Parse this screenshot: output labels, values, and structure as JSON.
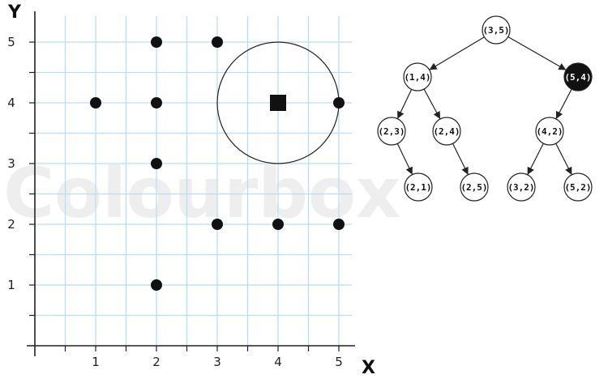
{
  "watermark_text": "Colourbox",
  "chart_data": {
    "type": "scatter",
    "xlabel": "X",
    "ylabel": "Y",
    "xlim": [
      0,
      5.3
    ],
    "ylim": [
      0,
      5.3
    ],
    "x_ticks": [
      1,
      2,
      3,
      4,
      5
    ],
    "y_ticks": [
      1,
      2,
      3,
      4,
      5
    ],
    "grid": true,
    "grid_step": 0.5,
    "points": [
      {
        "x": 2,
        "y": 5
      },
      {
        "x": 3,
        "y": 5
      },
      {
        "x": 1,
        "y": 4
      },
      {
        "x": 2,
        "y": 4
      },
      {
        "x": 5,
        "y": 4
      },
      {
        "x": 2,
        "y": 3
      },
      {
        "x": 3,
        "y": 2
      },
      {
        "x": 4,
        "y": 2
      },
      {
        "x": 5,
        "y": 2
      },
      {
        "x": 2,
        "y": 1
      }
    ],
    "query_point": {
      "x": 4,
      "y": 4,
      "marker": "square"
    },
    "search_circle": {
      "cx": 4,
      "cy": 4,
      "r": 1
    }
  },
  "tree": {
    "nodes": [
      {
        "id": "n0",
        "label": "(3,5)",
        "highlighted": false
      },
      {
        "id": "n1",
        "label": "(1,4)",
        "highlighted": false
      },
      {
        "id": "n2",
        "label": "(5,4)",
        "highlighted": true
      },
      {
        "id": "n3",
        "label": "(2,3)",
        "highlighted": false
      },
      {
        "id": "n4",
        "label": "(2,4)",
        "highlighted": false
      },
      {
        "id": "n5",
        "label": "(4,2)",
        "highlighted": false
      },
      {
        "id": "n6",
        "label": "(2,1)",
        "highlighted": false
      },
      {
        "id": "n7",
        "label": "(2,5)",
        "highlighted": false
      },
      {
        "id": "n8",
        "label": "(3,2)",
        "highlighted": false
      },
      {
        "id": "n9",
        "label": "(5,2)",
        "highlighted": false
      }
    ],
    "edges": [
      [
        "n0",
        "n1"
      ],
      [
        "n0",
        "n2"
      ],
      [
        "n1",
        "n3"
      ],
      [
        "n1",
        "n4"
      ],
      [
        "n2",
        "n5"
      ],
      [
        "n3",
        "n6"
      ],
      [
        "n4",
        "n7"
      ],
      [
        "n5",
        "n8"
      ],
      [
        "n5",
        "n9"
      ]
    ]
  }
}
